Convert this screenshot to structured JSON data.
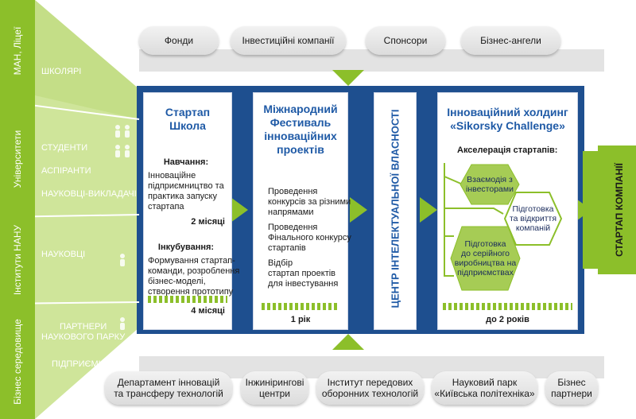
{
  "colors": {
    "navy": "#1e4f8f",
    "green": "#8cbf2a",
    "light_green": "#cfe59a",
    "blue_text": "#1f5aa6"
  },
  "top_pills": [
    "Фонди",
    "Інвестиційні компанії",
    "Спонсори",
    "Бізнес-ангели"
  ],
  "bottom_pills": [
    "Департамент інновацій\nта трансферу технологій",
    "Інжинірингові\nцентри",
    "Інститут передових\nоборонних технологій",
    "Науковий парк\n«Київська політехніка»",
    "Бізнес\nпартнери"
  ],
  "left": {
    "sections": [
      "МАН, Ліцеї",
      "Університети",
      "Інститути НАНУ",
      "Бізнес середовище"
    ],
    "labels": [
      "ШКОЛЯРІ",
      "СТУДЕНТИ",
      "АСПІРАНТИ",
      "НАУКОВЦІ-ВИКЛАДАЧІ",
      "НАУКОВЦІ",
      "ПАРТНЕРИ\nНАУКОВОГО ПАРКУ",
      "ПІДПРИЄМЦІ"
    ]
  },
  "startup_school": {
    "title": "Стартап\nШкола",
    "training_heading": "Навчання:",
    "training_text": "Інноваційне\nпідприємництво та\nпрактика запуску\nстартапа",
    "training_duration": "2 місяці",
    "incubation_heading": "Інкубування:",
    "incubation_text": "Формування стартап-\nкоманди, розроблення\nбізнес-моделі,\nстворення прототипу",
    "incubation_duration": "4 місяці"
  },
  "festival": {
    "title": "Міжнародний\nФестиваль\nінноваційних\nпроектів",
    "items": [
      "Проведення\nконкурсів за різними\nнапрямами",
      "Проведення\nФінального конкурсу\nстартапів",
      "Відбір\nстартап проектів\nдля інвестування"
    ],
    "duration": "1 рік"
  },
  "ip_center": "ЦЕНТР ІНТЕЛЕКТУАЛЬНОЇ ВЛАСНОСТІ",
  "holding": {
    "title": "Інноваційний холдинг\n«Sikorsky Challenge»",
    "acceleration": "Акселерація стартапів:",
    "hexes": [
      "Взаємодія з\nінвесторами",
      "Підготовка\nта відкриття\nкомпаній",
      "Підготовка\nдо серійного\nвиробництва на\nпідприємствах"
    ],
    "duration": "до 2 років"
  },
  "output": "СТАРТАП КОМПАНІЇ"
}
